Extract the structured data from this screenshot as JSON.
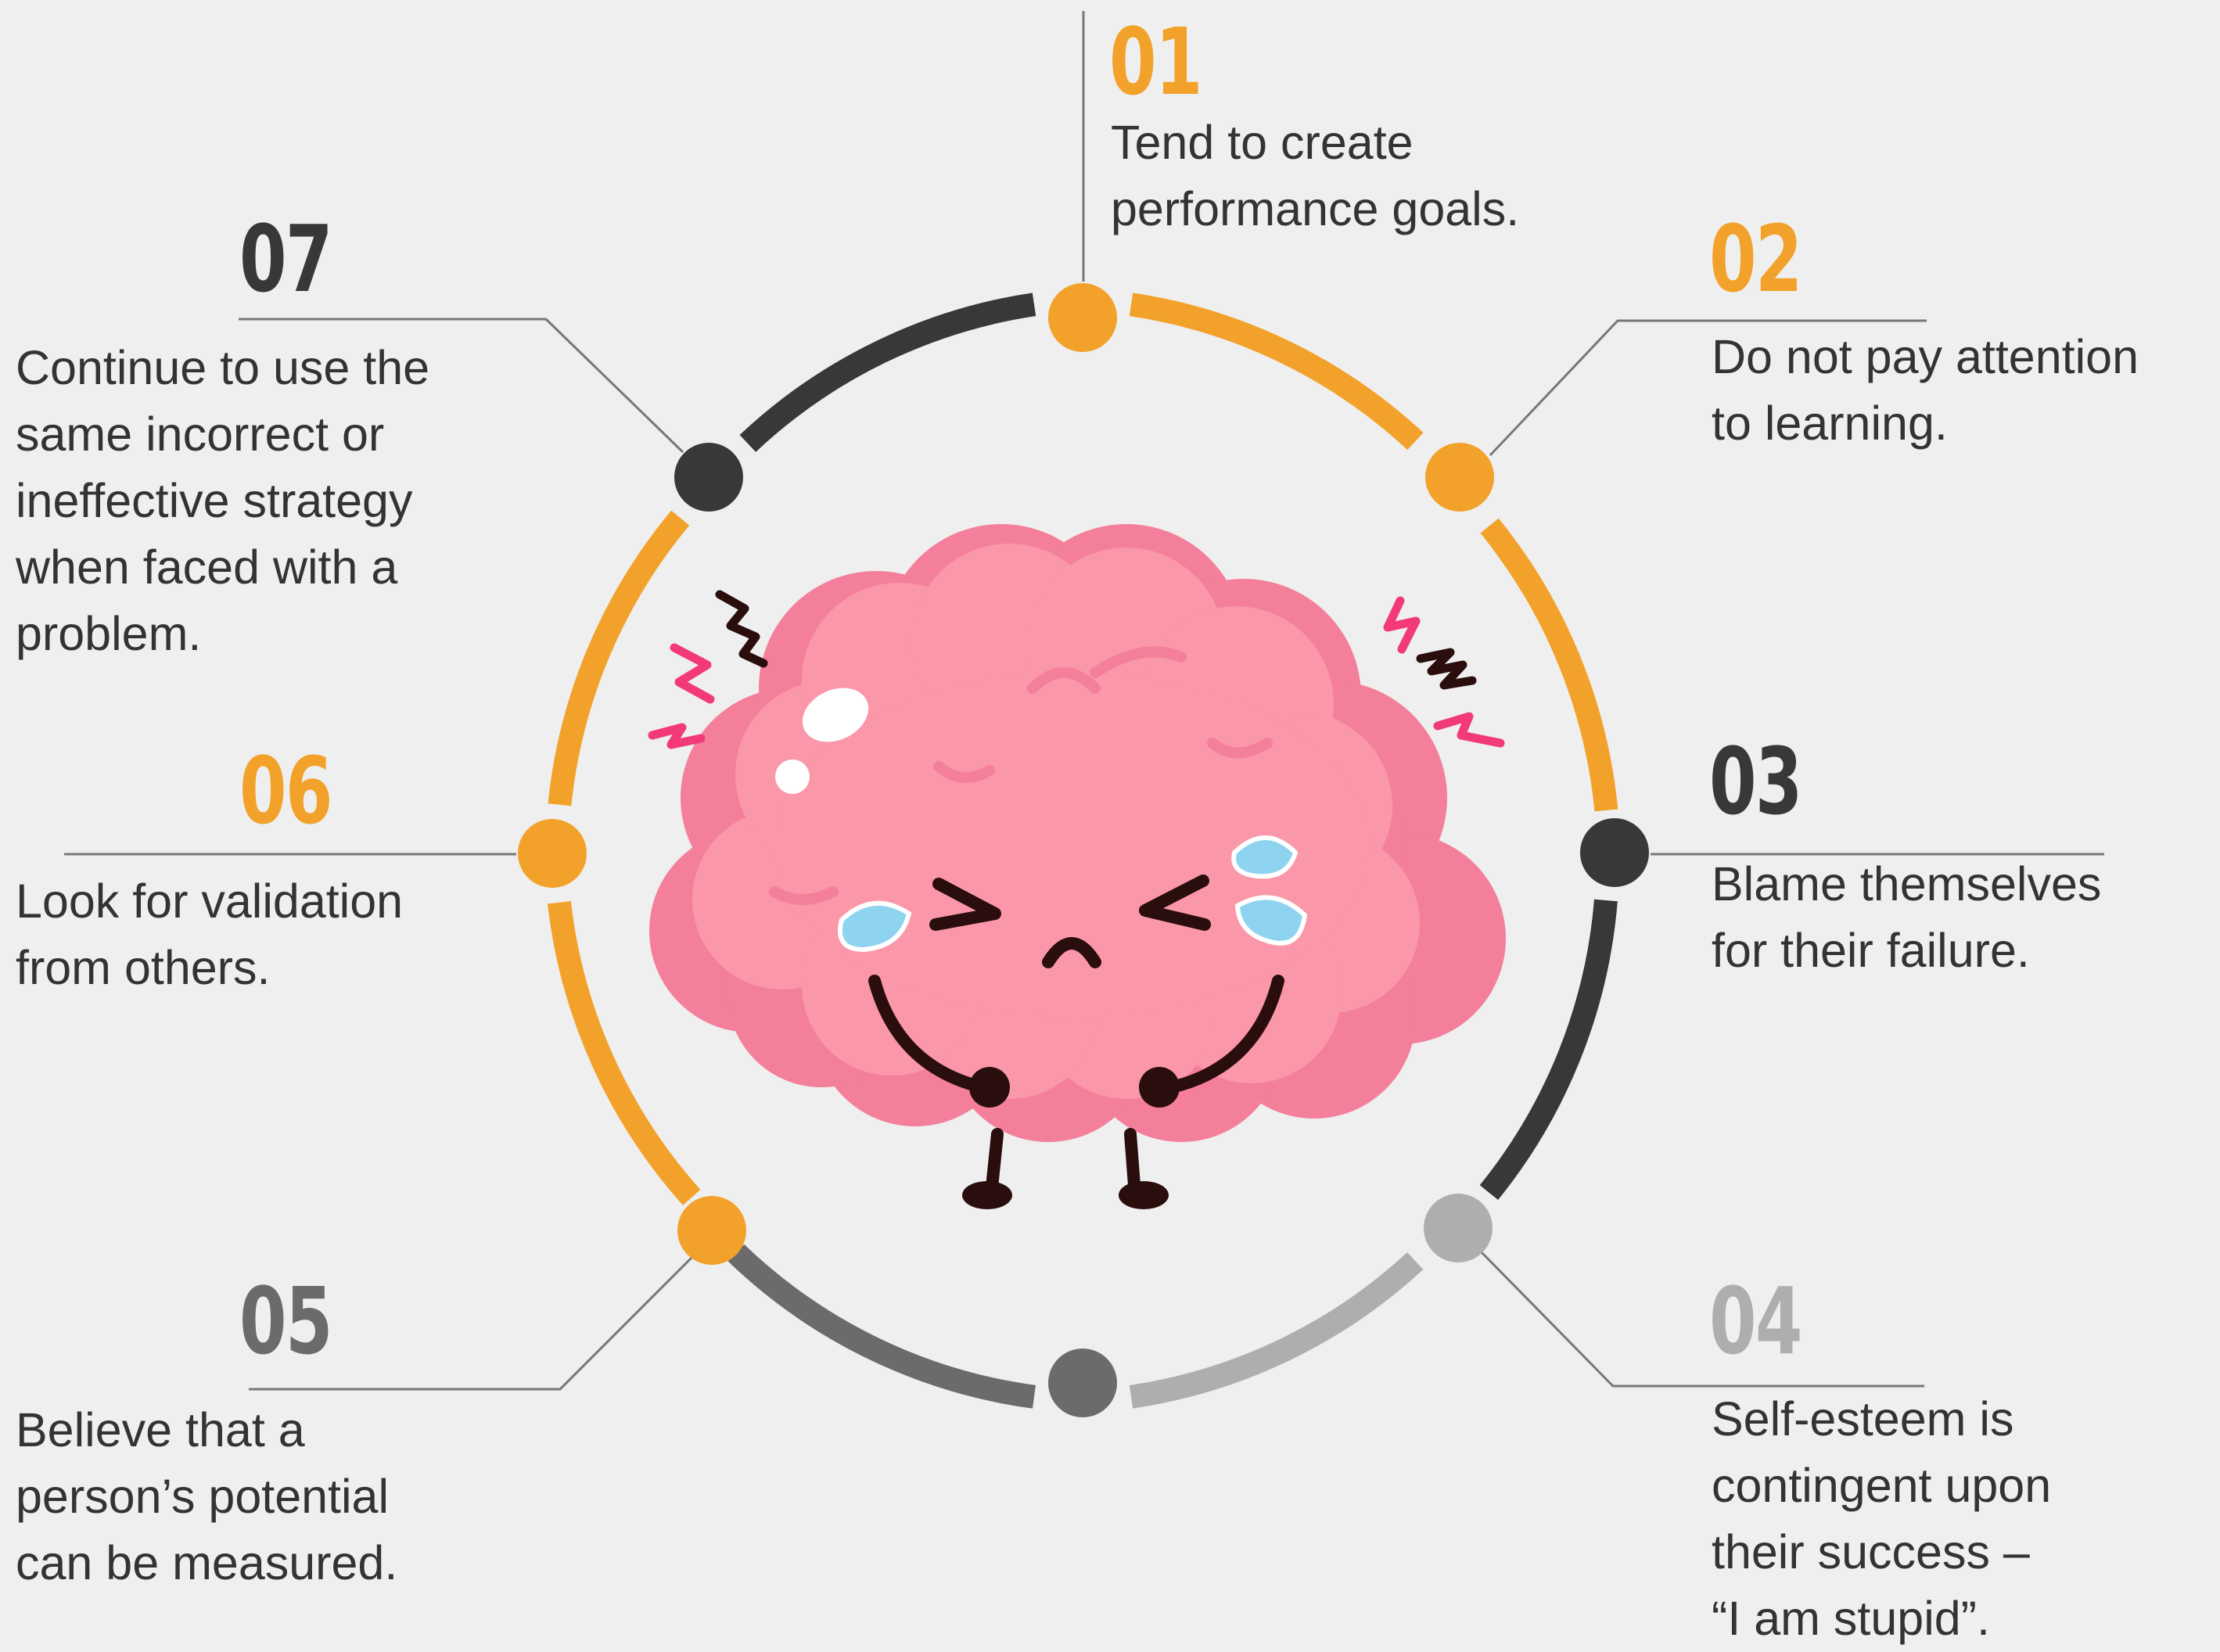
{
  "colors": {
    "orange": "#f2a22a",
    "dark": "#383838",
    "mid_gray": "#6b6b6b",
    "light_gray": "#aeaeae",
    "background": "#efefef",
    "connector": "#777777",
    "text": "#333333"
  },
  "central_illustration": "crying-brain-character",
  "items": [
    {
      "number": "01",
      "text": "Tend to create\nperformance goals.",
      "color": "orange"
    },
    {
      "number": "02",
      "text": "Do not pay attention\nto learning.",
      "color": "orange"
    },
    {
      "number": "03",
      "text": "Blame themselves\nfor their failure.",
      "color": "dark"
    },
    {
      "number": "04",
      "text": "Self-esteem is\ncontingent upon\ntheir success –\n“I am stupid”.",
      "color": "light_gray"
    },
    {
      "number": "05",
      "text": "Believe that a\nperson’s potential\ncan be measured.",
      "color": "mid_gray"
    },
    {
      "number": "06",
      "text": "Look for validation\nfrom others.",
      "color": "orange"
    },
    {
      "number": "07",
      "text": "Continue to use the\nsame incorrect or\nineffective strategy\nwhen faced with a\nproblem.",
      "color": "dark"
    }
  ]
}
